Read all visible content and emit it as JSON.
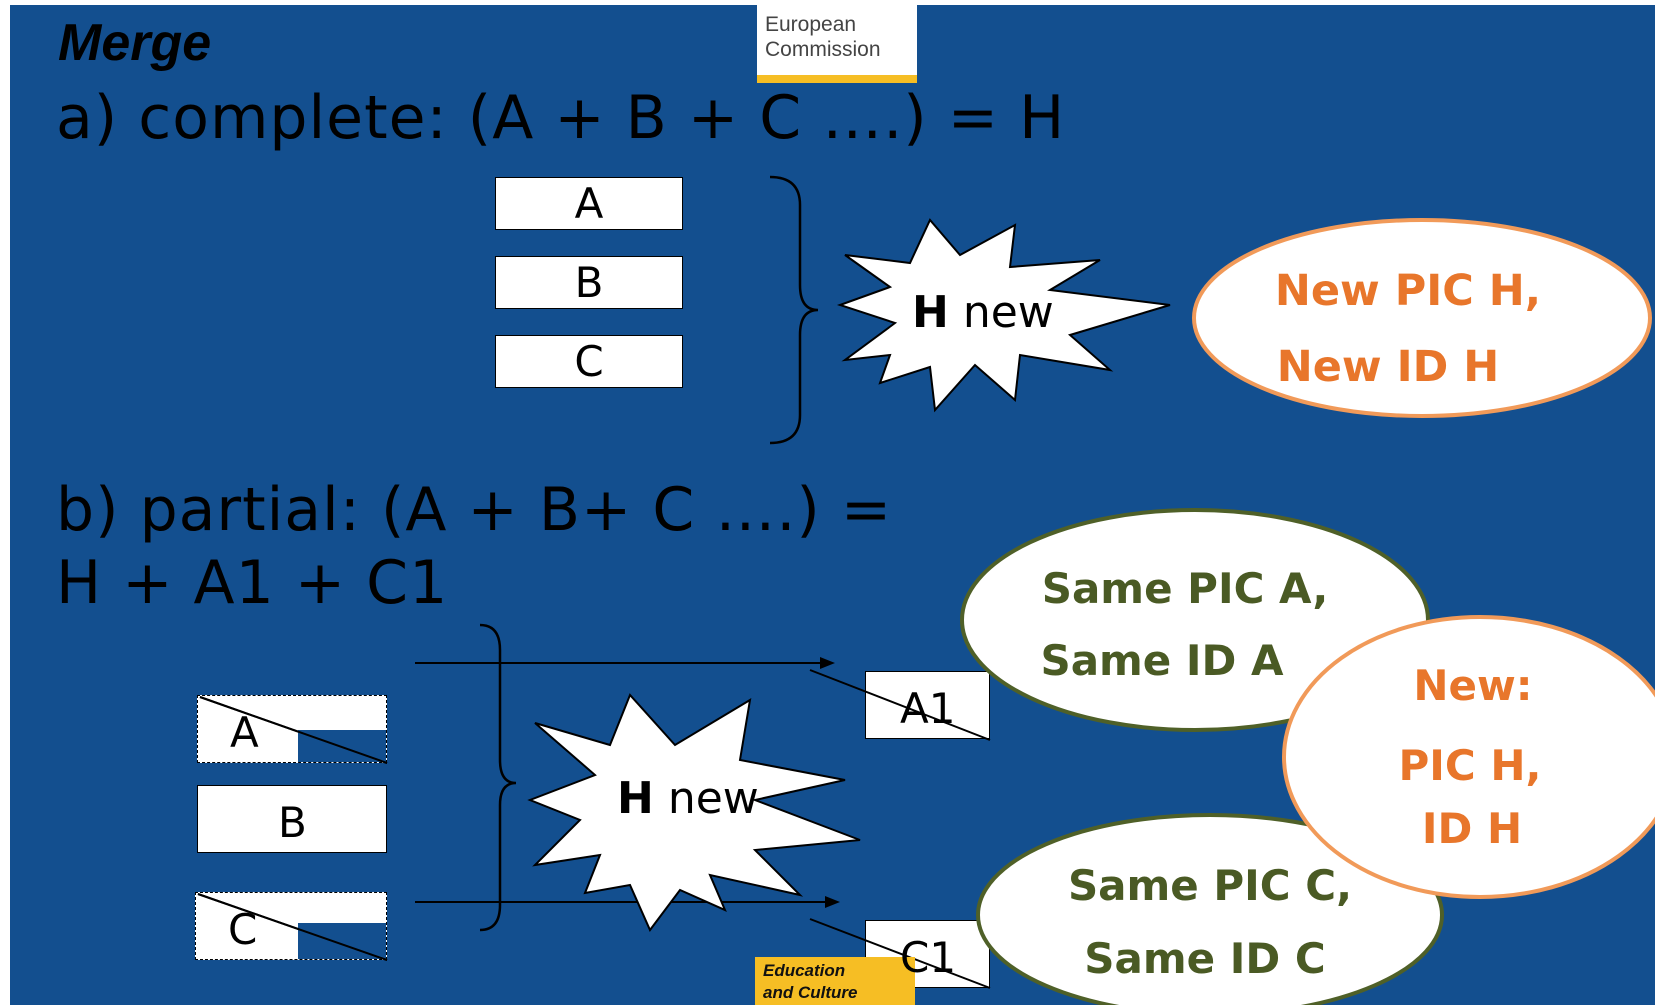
{
  "title": "Merge",
  "logos": {
    "top": {
      "line1": "European",
      "line2": "Commission"
    },
    "bottom": {
      "line1": "Education",
      "line2": "and Culture"
    }
  },
  "section_a": {
    "heading": "a) complete: (A + B + C ….) = H",
    "boxes": [
      "A",
      "B",
      "C"
    ],
    "star": {
      "bold": "H",
      "rest": " new"
    },
    "result": {
      "line1": "New PIC H,",
      "line2": "New ID H"
    }
  },
  "section_b": {
    "heading_line1": "b) partial: (A + B+ C ….) =",
    "heading_line2": "H + A1 + C1",
    "boxes": [
      "A",
      "B",
      "C"
    ],
    "star": {
      "bold": "H",
      "rest": " new"
    },
    "outputs": [
      "A1",
      "C1"
    ],
    "result_a": {
      "line1": "Same PIC A,",
      "line2": "Same ID A"
    },
    "result_c": {
      "line1": "Same PIC C,",
      "line2": "Same ID C"
    },
    "result_new": {
      "line1": "New:",
      "line2": "PIC H,",
      "line3": "ID H"
    }
  },
  "colors": {
    "background": "#134f8f",
    "orange_text": "#e8762b",
    "orange_border": "#f19a59",
    "green_text": "#4a5a24",
    "green_border": "#4f6028",
    "logo_yellow": "#f6be24"
  }
}
